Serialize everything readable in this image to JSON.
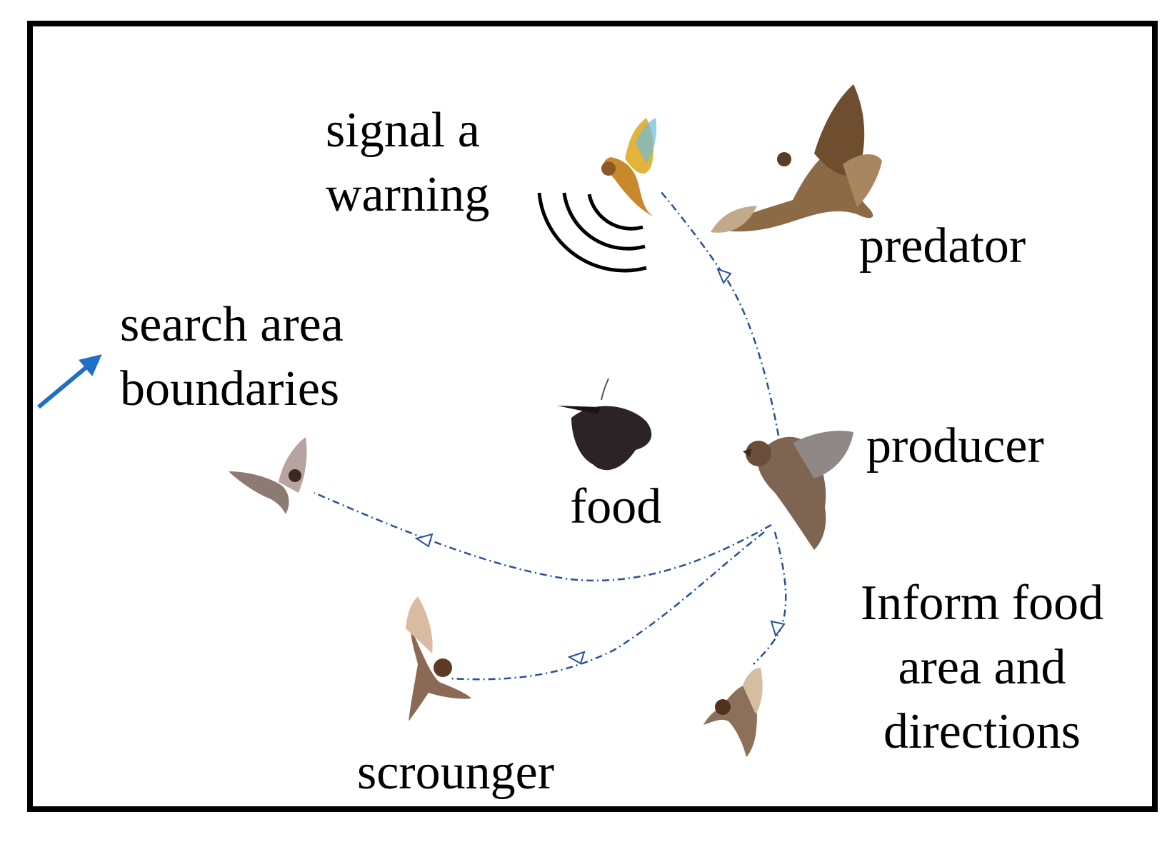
{
  "labels": {
    "signal_line1": "signal a",
    "signal_line2": "warning",
    "predator": "predator",
    "search_line1": "search area",
    "search_line2": "boundaries",
    "food": "food",
    "producer": "producer",
    "scrounger": "scrounger",
    "inform_line1": "Inform food",
    "inform_line2": "area and",
    "inform_line3": "directions"
  },
  "colors": {
    "border": "#000000",
    "arrow": "#1f6fc9",
    "path": "#2a4f9a",
    "signal_waves": "#000000"
  },
  "icons": [
    "warning-bird-icon",
    "predator-hawk-icon",
    "food-moth-icon",
    "producer-sparrow-icon",
    "scrounger-sparrow-icon",
    "sparrow-left-icon",
    "sparrow-right-icon",
    "signal-waves-icon",
    "boundary-arrow-icon"
  ]
}
